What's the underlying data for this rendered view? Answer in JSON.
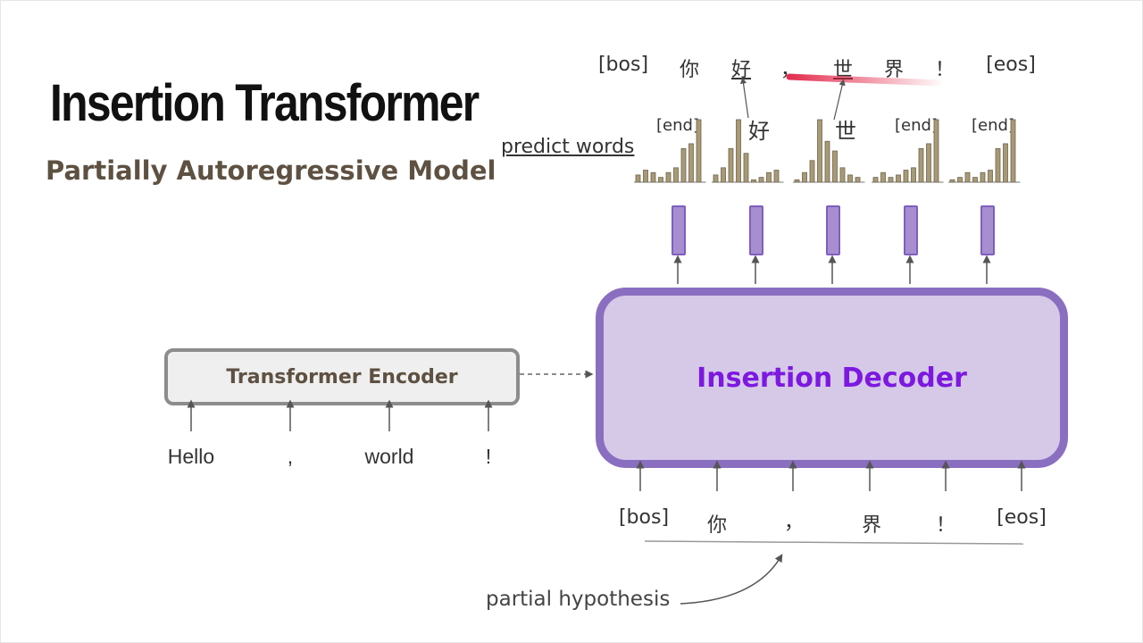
{
  "title": "Insertion Transformer",
  "subtitle": "Partially Autoregressive Model",
  "predict_label": "predict words",
  "encoder": {
    "label": "Transformer Encoder",
    "inputs": [
      "Hello",
      ",",
      "world",
      "!"
    ]
  },
  "decoder": {
    "label": "Insertion Decoder",
    "inputs": [
      "[bos]",
      "你",
      "，",
      "界",
      "！",
      "[eos]"
    ]
  },
  "predictions": [
    {
      "label": "[end]",
      "bars": [
        3,
        5,
        4,
        2,
        4,
        6,
        14,
        16,
        26
      ]
    },
    {
      "label": "好",
      "bars": [
        3,
        6,
        14,
        26,
        12,
        1,
        2,
        4,
        5
      ]
    },
    {
      "label": "世",
      "bars": [
        1,
        4,
        9,
        26,
        17,
        13,
        6,
        3,
        2
      ]
    },
    {
      "label": "[end]",
      "bars": [
        2,
        4,
        2,
        3,
        5,
        6,
        14,
        16,
        26
      ]
    },
    {
      "label": "[end]",
      "bars": [
        1,
        2,
        4,
        2,
        4,
        5,
        14,
        16,
        26
      ]
    }
  ],
  "output_sequence": [
    "[bos]",
    "你",
    "好",
    "，",
    "世",
    "界",
    "！",
    "[eos]"
  ],
  "partial_label": "partial hypothesis",
  "colors": {
    "decoder_fill": "#d6c9e8",
    "decoder_border": "#8a6ec0",
    "decoder_text": "#7d18e0",
    "bar_fill": "#a89a75",
    "highlight": "#e0183c"
  }
}
